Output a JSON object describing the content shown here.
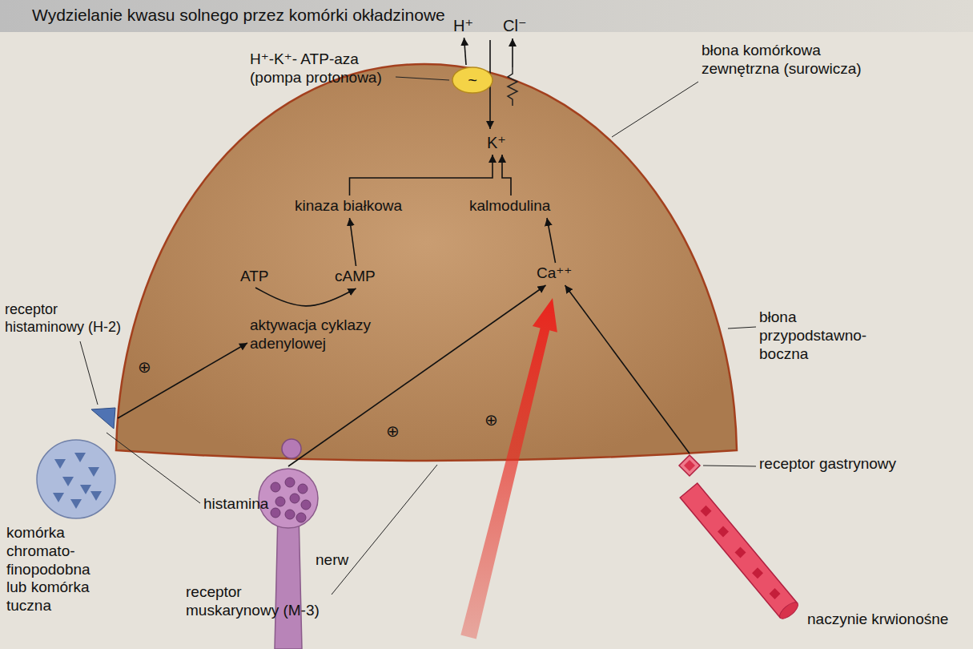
{
  "diagram": {
    "title": "Wydzielanie kwasu solnego przez komórki okładzinowe",
    "nodes": [
      {
        "text": [
          "~",
          "H⁺-K⁺- ATP-aza (pompa protonowa)"
        ]
      },
      {
        "text": [
          "H⁺"
        ]
      },
      {
        "text": [
          "Cl⁻"
        ]
      },
      {
        "text": [
          "K⁺"
        ]
      },
      {
        "text": [
          "kinaza białkowa"
        ]
      },
      {
        "text": [
          "kalmodulina"
        ]
      },
      {
        "text": [
          "ATP"
        ]
      },
      {
        "text": [
          "cAMP"
        ]
      },
      {
        "text": [
          "Ca⁺⁺"
        ]
      },
      {
        "text": [
          "aktywacja cyklazy adenylowej"
        ]
      },
      {
        "text": [
          "receptor histaminowy (H-2)"
        ]
      },
      {
        "text": [
          "komórka chromato- finopodobna lub komórka tuczna"
        ]
      },
      {
        "text": [
          "nerw"
        ]
      },
      {
        "text": [
          "receptor gastrynowy"
        ]
      },
      {
        "text": [
          "naczynie krwionośne"
        ]
      }
    ],
    "edges": [
      {
        "from": 0,
        "to": 1,
        "arrow": "to"
      },
      {
        "from": 4,
        "to": 3,
        "arrow": "to"
      },
      {
        "from": 5,
        "to": 3,
        "arrow": "to"
      },
      {
        "from": 6,
        "to": 7,
        "arrow": "to"
      },
      {
        "from": 7,
        "to": 4,
        "arrow": "to"
      },
      {
        "from": 8,
        "to": 5,
        "arrow": "to"
      },
      {
        "from": 10,
        "to": 9,
        "arrow": "to"
      },
      {
        "from": 12,
        "to": 8,
        "arrow": "to"
      },
      {
        "from": 13,
        "to": 8,
        "arrow": "to"
      }
    ],
    "labels": [
      "błona komórkowa zewnętrzna (surowicza)",
      "błona przypodstawno- boczna",
      "histamina",
      "receptor muskarynowy (M-3)",
      "⊕",
      "⊕",
      "⊕"
    ]
  }
}
